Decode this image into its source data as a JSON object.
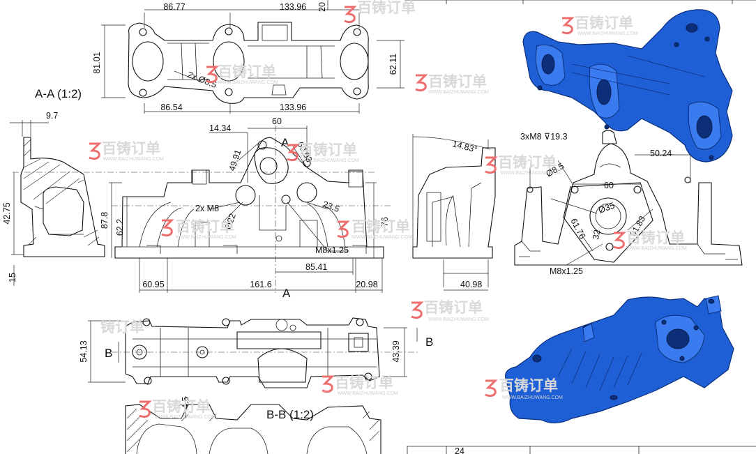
{
  "views": {
    "section_aa_label": "A-A (1:2)",
    "section_bb_label": "B-B (1:2)",
    "cut_a_top": "A",
    "cut_a_mark": "A",
    "cut_b_left": "B",
    "cut_b_right": "B"
  },
  "dims": {
    "top": {
      "d1": "86.77",
      "d2": "133.96",
      "d3": "20",
      "d4": "81.01",
      "d5": "62.11",
      "d6": "86.54",
      "d7": "133.96",
      "d8": "2x Ø8.5"
    },
    "front": {
      "d1": "14.34",
      "d2": "60",
      "d3": "49.91",
      "d4": "60.03",
      "d5": "2x M8",
      "d6": "Ø22",
      "d7": "23.5",
      "d8": "M8x1.25",
      "d9": "85.41",
      "d10": "87.8",
      "d11": "62.2",
      "d12": "60.95",
      "d13": "161.6",
      "d14": "20.98",
      "d15": "76"
    },
    "left": {
      "d1": "9.7",
      "d2": "42.75",
      "d3": "15"
    },
    "right": {
      "d1": "14.83°",
      "d2": "40.98"
    },
    "flange": {
      "d1": "3xM8 ⊽19.3",
      "d2": "50.24",
      "d3": "Ø8.5",
      "d4": "60",
      "d5": "Ø35",
      "d6": "61.76",
      "d7": "61.83",
      "d8": "32",
      "d9": "M8x1.25"
    },
    "bottom": {
      "d1": "54.13",
      "d2": "43.39"
    },
    "section": {
      "d1": "4.5"
    }
  },
  "watermark": {
    "brand_cn": "百铸订单",
    "brand_short": "铸订单",
    "site": "WWW.BAIZHUWANG.COM"
  },
  "title_block": {
    "cell": "24"
  }
}
